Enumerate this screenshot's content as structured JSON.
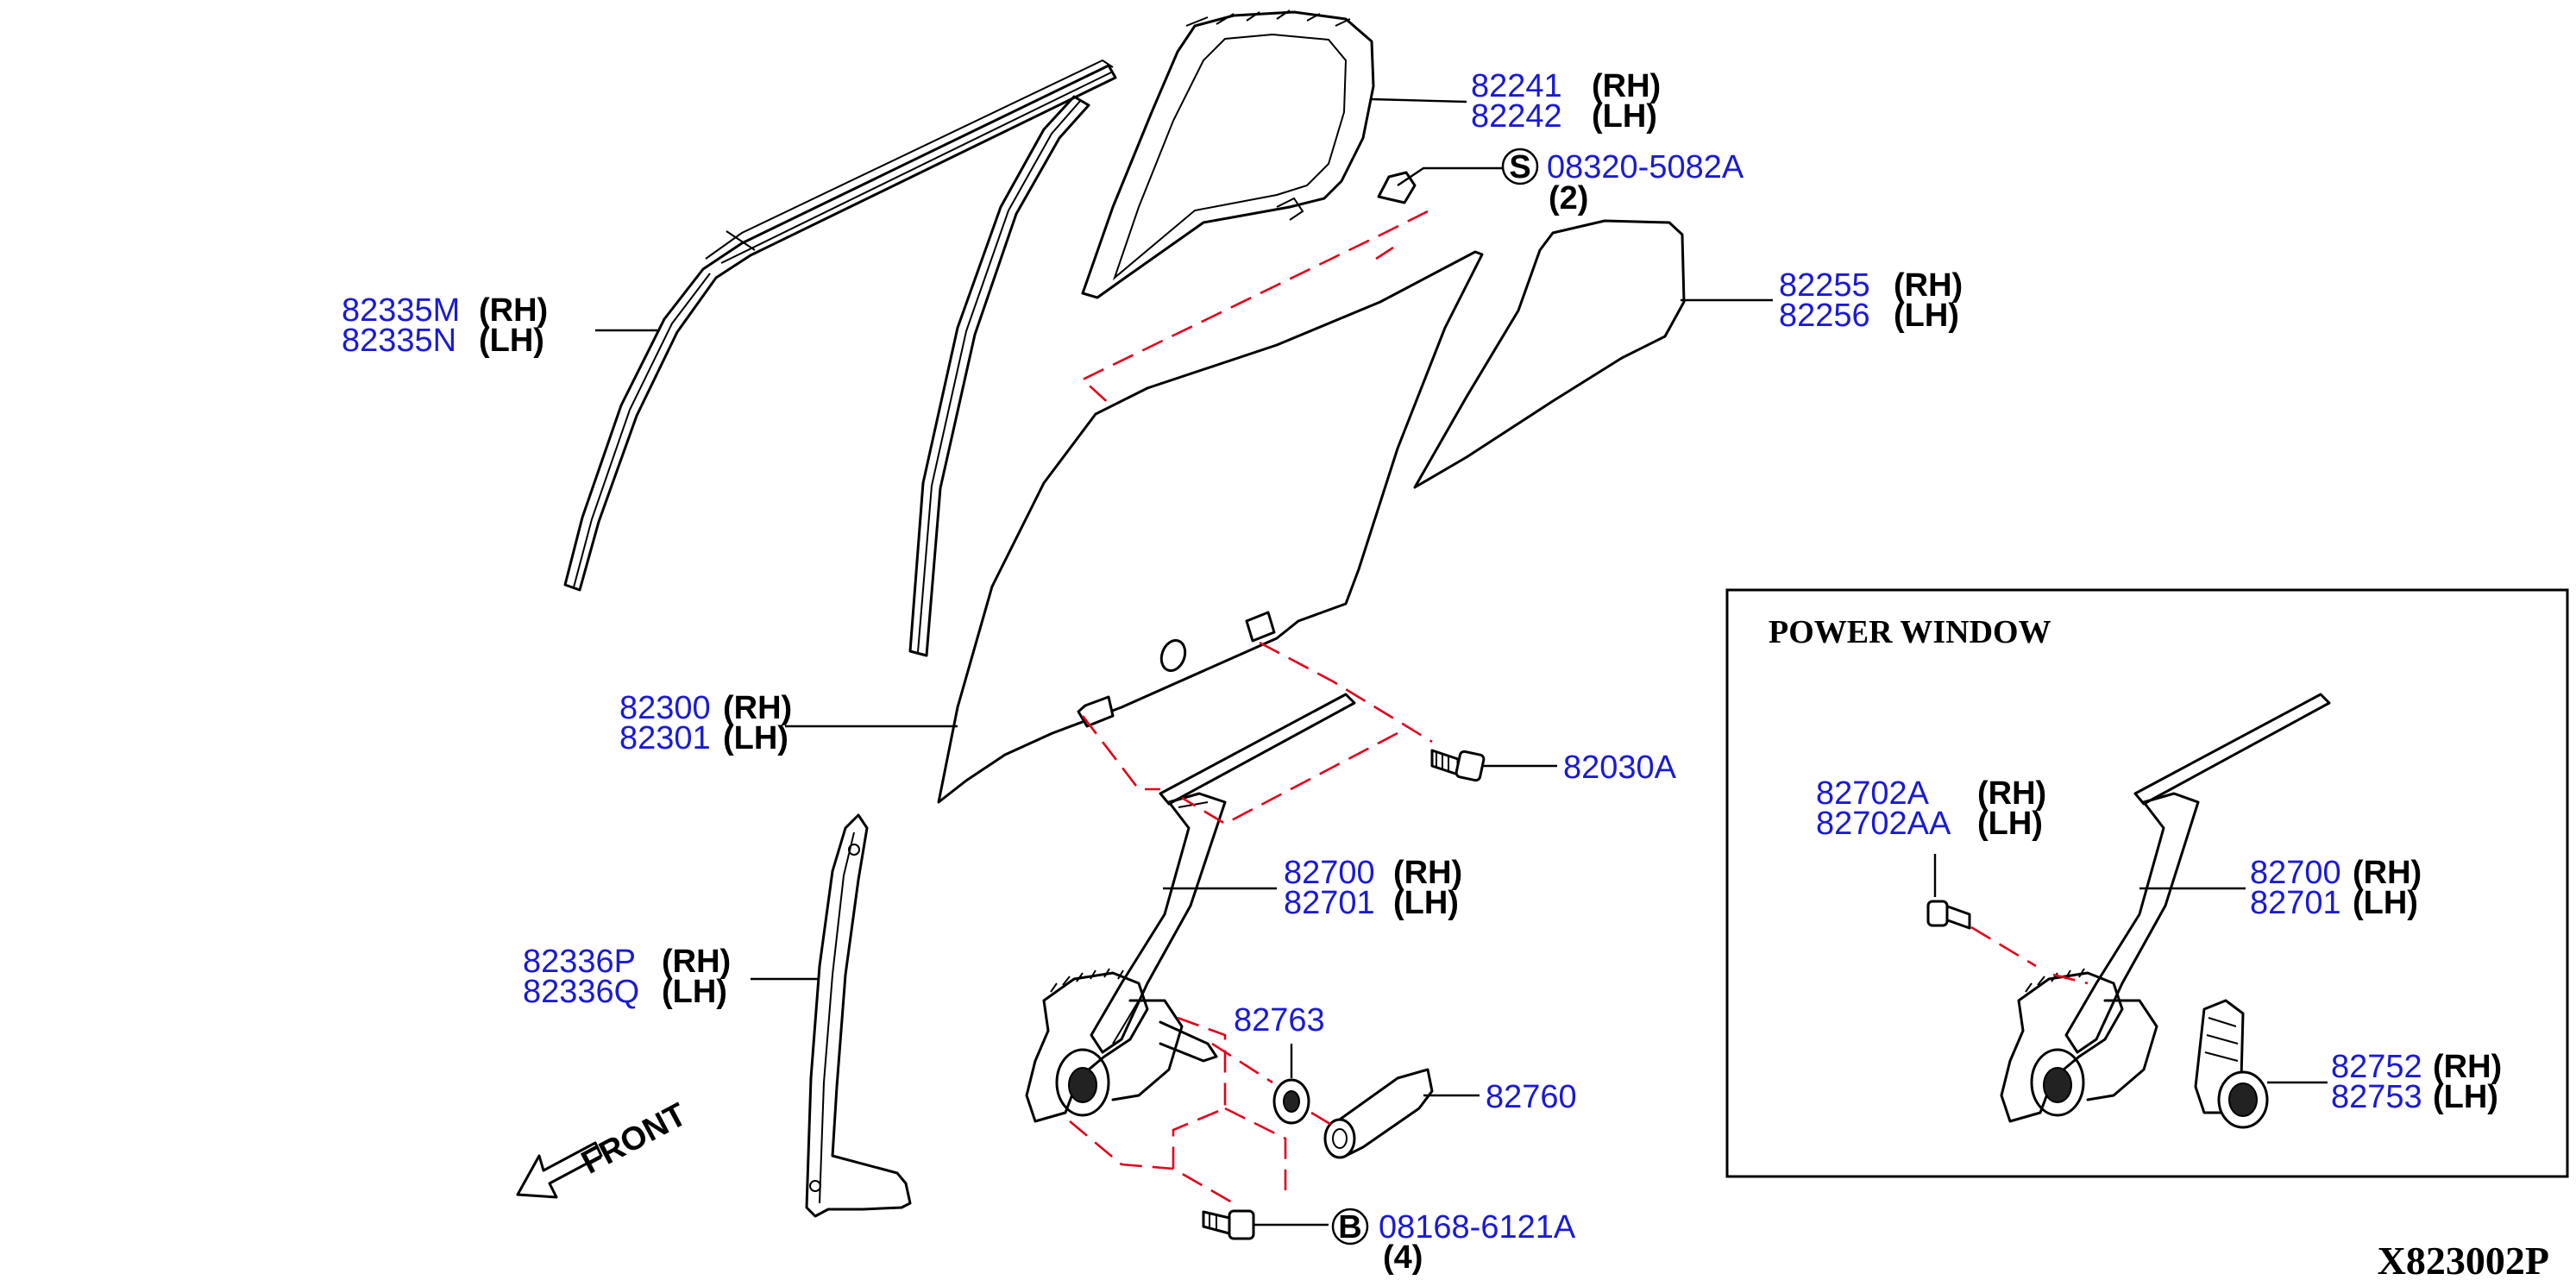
{
  "diagram_code": "X823002P",
  "inset_title": "POWER WINDOW",
  "front_label": "FRONT",
  "labels": [
    {
      "id": "82241",
      "lines": [
        {
          "pn": "82241",
          "side": "(RH)"
        },
        {
          "pn": "82242",
          "side": "(LH)"
        }
      ]
    },
    {
      "id": "08320",
      "symbol": "S",
      "lines": [
        {
          "pn": "08320-5082A"
        }
      ],
      "qty": "(2)"
    },
    {
      "id": "82255",
      "lines": [
        {
          "pn": "82255",
          "side": "(RH)"
        },
        {
          "pn": "82256",
          "side": "(LH)"
        }
      ]
    },
    {
      "id": "82335",
      "lines": [
        {
          "pn": "82335M",
          "side": "(RH)"
        },
        {
          "pn": "82335N",
          "side": "(LH)"
        }
      ]
    },
    {
      "id": "82300",
      "lines": [
        {
          "pn": "82300",
          "side": "(RH)"
        },
        {
          "pn": "82301",
          "side": "(LH)"
        }
      ]
    },
    {
      "id": "82030",
      "lines": [
        {
          "pn": "82030A"
        }
      ]
    },
    {
      "id": "82700",
      "lines": [
        {
          "pn": "82700",
          "side": "(RH)"
        },
        {
          "pn": "82701",
          "side": "(LH)"
        }
      ]
    },
    {
      "id": "82336",
      "lines": [
        {
          "pn": "82336P",
          "side": "(RH)"
        },
        {
          "pn": "82336Q",
          "side": "(LH)"
        }
      ]
    },
    {
      "id": "82763",
      "lines": [
        {
          "pn": "82763"
        }
      ]
    },
    {
      "id": "82760",
      "lines": [
        {
          "pn": "82760"
        }
      ]
    },
    {
      "id": "08168",
      "symbol": "B",
      "lines": [
        {
          "pn": "08168-6121A"
        }
      ],
      "qty": "(4)"
    },
    {
      "id": "82702",
      "lines": [
        {
          "pn": "82702A",
          "side": "(RH)"
        },
        {
          "pn": "82702AA",
          "side": "(LH)"
        }
      ]
    },
    {
      "id": "82700pw",
      "lines": [
        {
          "pn": "82700",
          "side": "(RH)"
        },
        {
          "pn": "82701",
          "side": "(LH)"
        }
      ]
    },
    {
      "id": "82752",
      "lines": [
        {
          "pn": "82752",
          "side": "(RH)"
        },
        {
          "pn": "82753",
          "side": "(LH)"
        }
      ]
    }
  ],
  "colors": {
    "part_number": "#1a1ad6",
    "dashed_line": "#e3001b",
    "outline": "#000000"
  }
}
